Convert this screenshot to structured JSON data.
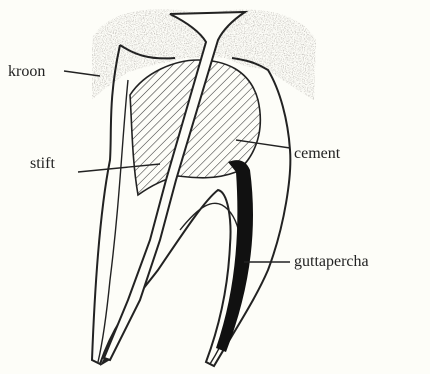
{
  "figure": {
    "labels": {
      "crown": "kroon",
      "post": "stift",
      "cement": "cement",
      "gutta_percha": "guttapercha"
    },
    "colors": {
      "ink": "#222222",
      "paper": "#fdfdf8",
      "hatch": "#333333",
      "crown_stipple": "#b5b0a4"
    }
  }
}
